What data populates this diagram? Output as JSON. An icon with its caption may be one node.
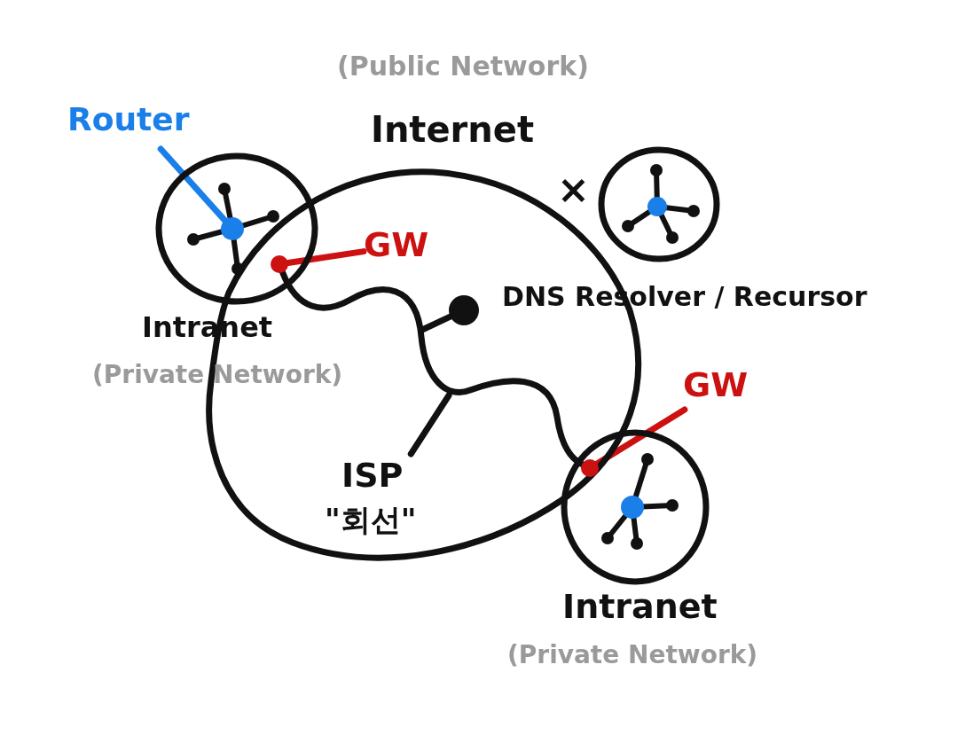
{
  "diagram": {
    "nodes": [
      {
        "text": [
          "Internet"
        ],
        "beside": [
          "(Public Network)"
        ]
      },
      {
        "text": [
          "Intranet"
        ],
        "beside": [
          "(Private Network)"
        ]
      },
      {
        "text": [
          "Intranet"
        ],
        "beside": [
          "(Private Network)"
        ]
      },
      {
        "text": [],
        "shape": "circle",
        "beside": [
          "×"
        ]
      },
      {
        "text": [
          "Router"
        ]
      },
      {
        "text": [],
        "shape": "circle",
        "in": 1
      },
      {
        "text": [
          "GW"
        ],
        "in": 0
      },
      {
        "text": [],
        "shape": "circle"
      },
      {
        "text": [],
        "shape": "circle",
        "in": 0,
        "beside": [
          "DNS Resolver / Recursor"
        ]
      },
      {
        "text": [
          "ISP",
          "\"회선\""
        ],
        "in": 0
      },
      {
        "text": [
          "GW"
        ]
      },
      {
        "text": [],
        "shape": "circle"
      },
      {
        "text": [],
        "shape": "circle",
        "in": 2
      }
    ],
    "edges": [
      {
        "from": 4,
        "to": 5,
        "arrow": "none",
        "color": "#1a7fe8"
      },
      {
        "from": 6,
        "to": 7,
        "arrow": "none",
        "color": "#cc1111"
      },
      {
        "from": 10,
        "to": 11,
        "arrow": "none",
        "color": "#cc1111"
      },
      {
        "from": 7,
        "to": 11,
        "arrow": "none"
      },
      {
        "from": 8,
        "to": null,
        "arrow": "none"
      },
      {
        "from": 9,
        "to": null,
        "arrow": "none"
      }
    ]
  }
}
